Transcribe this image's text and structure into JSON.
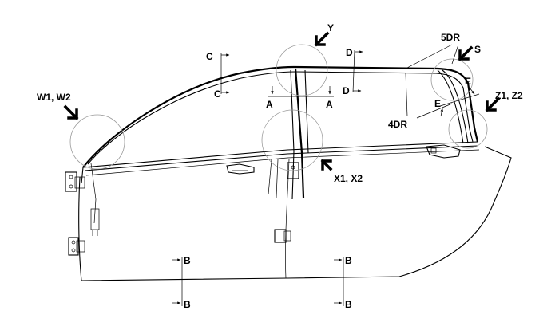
{
  "labels": {
    "y": "Y",
    "w": "W1, W2",
    "x": "X1, X2",
    "s": "S",
    "z": "Z1, Z2",
    "dr5": "5DR",
    "dr4": "4DR",
    "c_top": "C",
    "c_bottom": "C",
    "a_left": "A",
    "a_right": "A",
    "d_top": "D",
    "d_bottom": "D",
    "e_top": "E",
    "e_bottom": "E",
    "b_left_top": "B",
    "b_left_bottom": "B",
    "b_right_top": "B",
    "b_right_bottom": "B"
  }
}
